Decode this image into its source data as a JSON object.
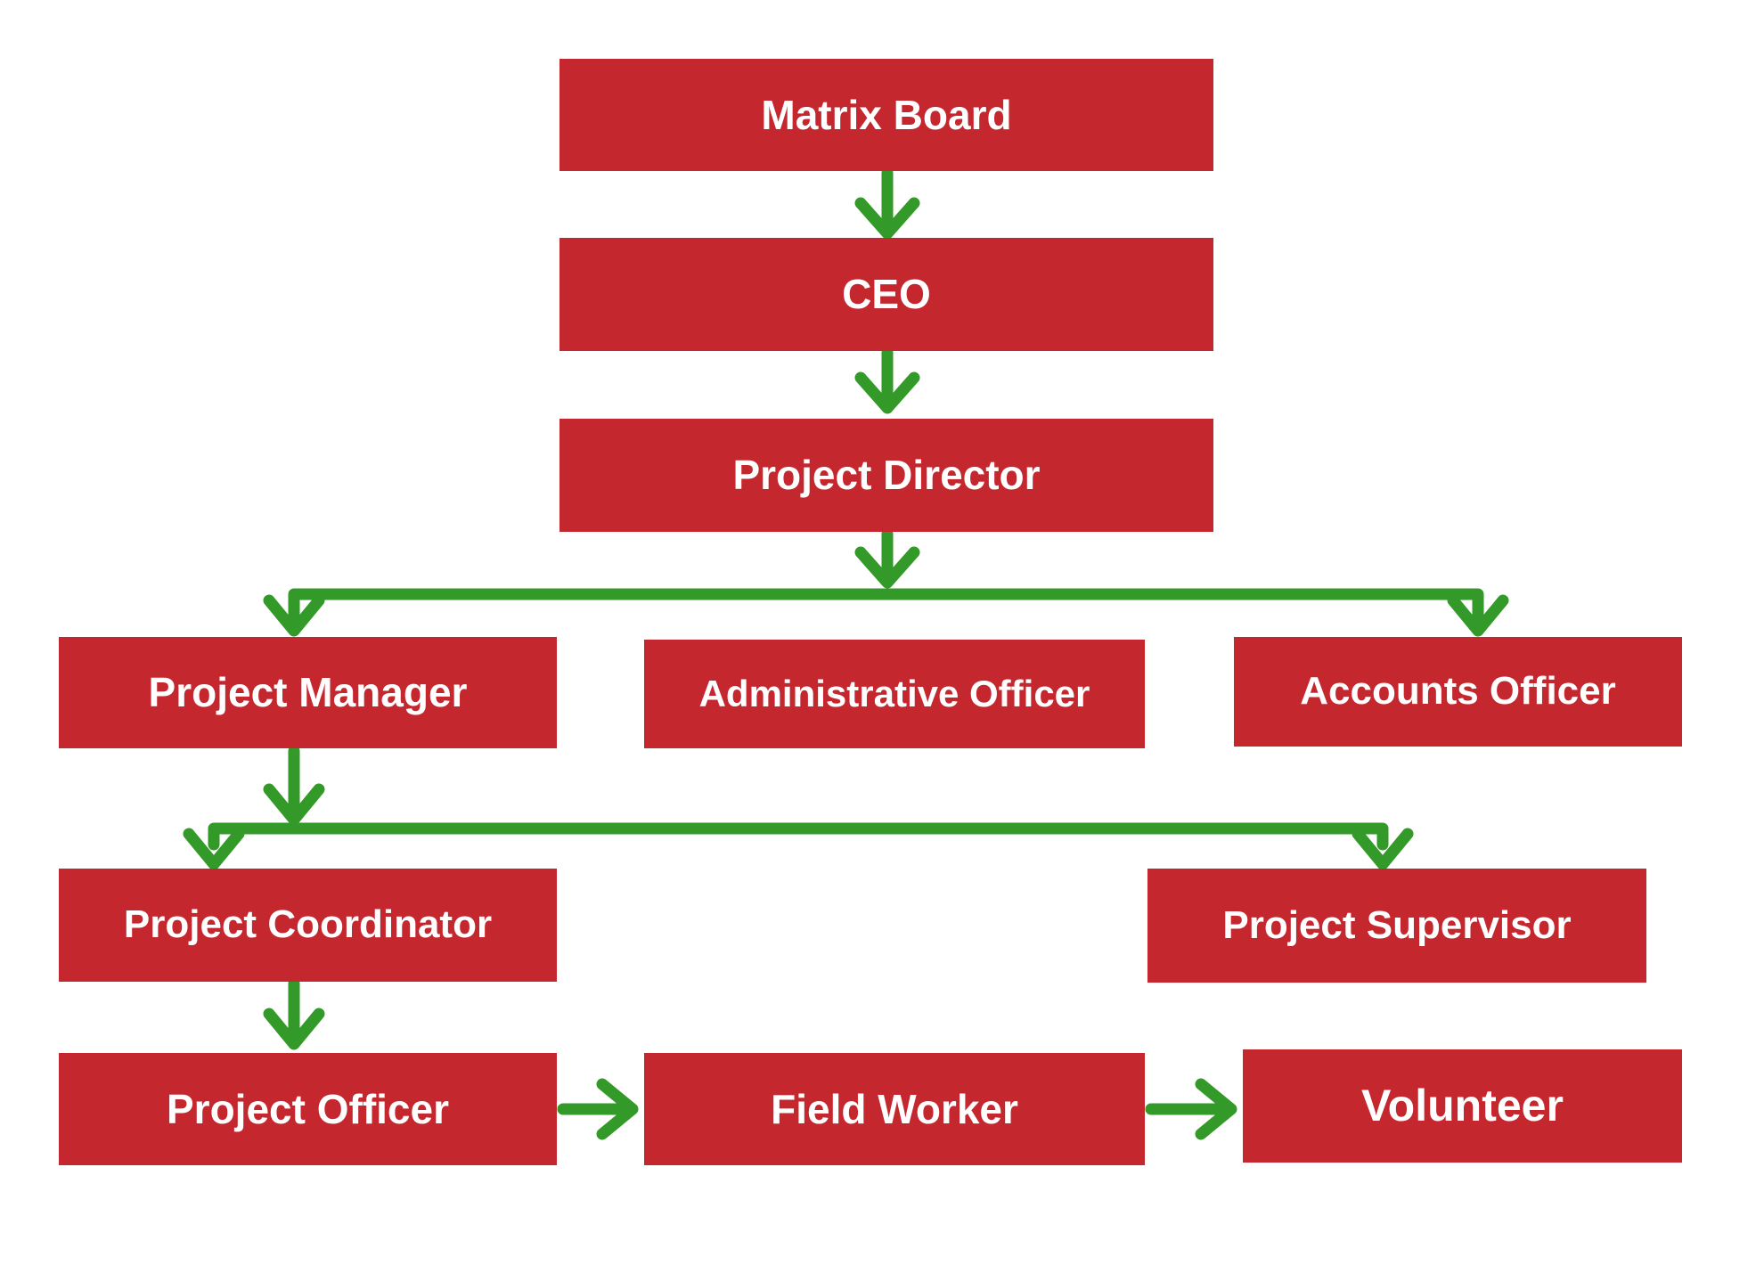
{
  "colors": {
    "box_fill": "#c5272e",
    "arrow": "#339928",
    "text": "#ffffff",
    "background": "#ffffff"
  },
  "nodes": {
    "matrix_board": {
      "label": "Matrix Board"
    },
    "ceo": {
      "label": "CEO"
    },
    "project_director": {
      "label": "Project Director"
    },
    "project_manager": {
      "label": "Project Manager"
    },
    "administrative_officer": {
      "label": "Administrative Officer"
    },
    "accounts_officer": {
      "label": "Accounts Officer"
    },
    "project_coordinator": {
      "label": "Project Coordinator"
    },
    "project_supervisor": {
      "label": "Project Supervisor"
    },
    "project_officer": {
      "label": "Project Officer"
    },
    "field_worker": {
      "label": "Field Worker"
    },
    "volunteer": {
      "label": "Volunteer"
    }
  },
  "edges": [
    {
      "from": "matrix_board",
      "to": "ceo"
    },
    {
      "from": "ceo",
      "to": "project_director"
    },
    {
      "from": "project_director",
      "to": "project_manager"
    },
    {
      "from": "project_director",
      "to": "accounts_officer"
    },
    {
      "from": "project_manager",
      "to": "project_coordinator"
    },
    {
      "from": "project_manager",
      "to": "project_supervisor"
    },
    {
      "from": "project_coordinator",
      "to": "project_officer"
    },
    {
      "from": "project_officer",
      "to": "field_worker"
    },
    {
      "from": "field_worker",
      "to": "volunteer"
    }
  ]
}
